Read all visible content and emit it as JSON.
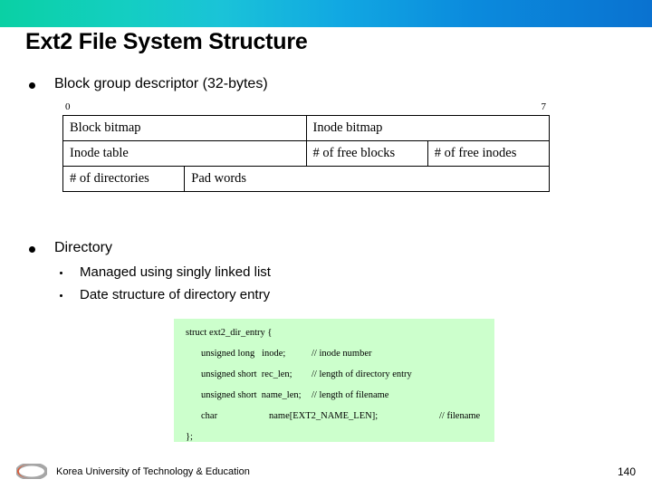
{
  "slide": {
    "title": "Ext2 File System Structure",
    "page_number": "140"
  },
  "theme": {
    "bar_color_left": "#0ad0a4",
    "bar_color_mid": "#1ac3d8",
    "bar_color_right": "#0a72d0",
    "code_background": "#ccffcc",
    "logo_orange": "#e8532a",
    "logo_gray": "#a6a6a6"
  },
  "bullets": {
    "block_group": "Block group descriptor (32-bytes)",
    "directory": "Directory",
    "sub": [
      "Managed using singly linked list",
      "Date structure of directory entry"
    ]
  },
  "descriptor_table": {
    "bit_start": "0",
    "bit_end": "7",
    "rows": [
      [
        {
          "label": "Block bitmap",
          "span": 4
        },
        {
          "label": "Inode bitmap",
          "span": 4
        }
      ],
      [
        {
          "label": "Inode table",
          "span": 4
        },
        {
          "label": "# of free blocks",
          "span": 2
        },
        {
          "label": "# of free inodes",
          "span": 2
        }
      ],
      [
        {
          "label": "# of directories",
          "span": 2
        },
        {
          "label": "Pad words",
          "span": 6
        }
      ]
    ]
  },
  "code": {
    "lines": [
      {
        "text": "struct ext2_dir_entry {",
        "indent": 0,
        "comment": ""
      },
      {
        "text": "unsigned long   inode;",
        "indent": 1,
        "comment": "// inode number"
      },
      {
        "text": "unsigned short  rec_len;",
        "indent": 1,
        "comment": "// length of directory entry"
      },
      {
        "text": "unsigned short  name_len;",
        "indent": 1,
        "comment": "// length of filename"
      },
      {
        "text": "char                   name[EXT2_NAME_LEN];",
        "indent": 1,
        "comment": "// filename"
      },
      {
        "text": "};",
        "indent": 0,
        "comment": ""
      }
    ],
    "line0": "struct ext2_dir_entry {",
    "line1_decl": "unsigned long   inode;",
    "line1_comment": "// inode number",
    "line2_decl": "unsigned short  rec_len;",
    "line2_comment": "// length of directory entry",
    "line3_decl": "unsigned short  name_len;",
    "line3_comment": "// length of filename",
    "line4_decl": "char",
    "line4_name": "name[EXT2_NAME_LEN];",
    "line4_comment": "// filename",
    "line5": "};"
  },
  "footer": {
    "organization": "Korea University of Technology & Education"
  }
}
